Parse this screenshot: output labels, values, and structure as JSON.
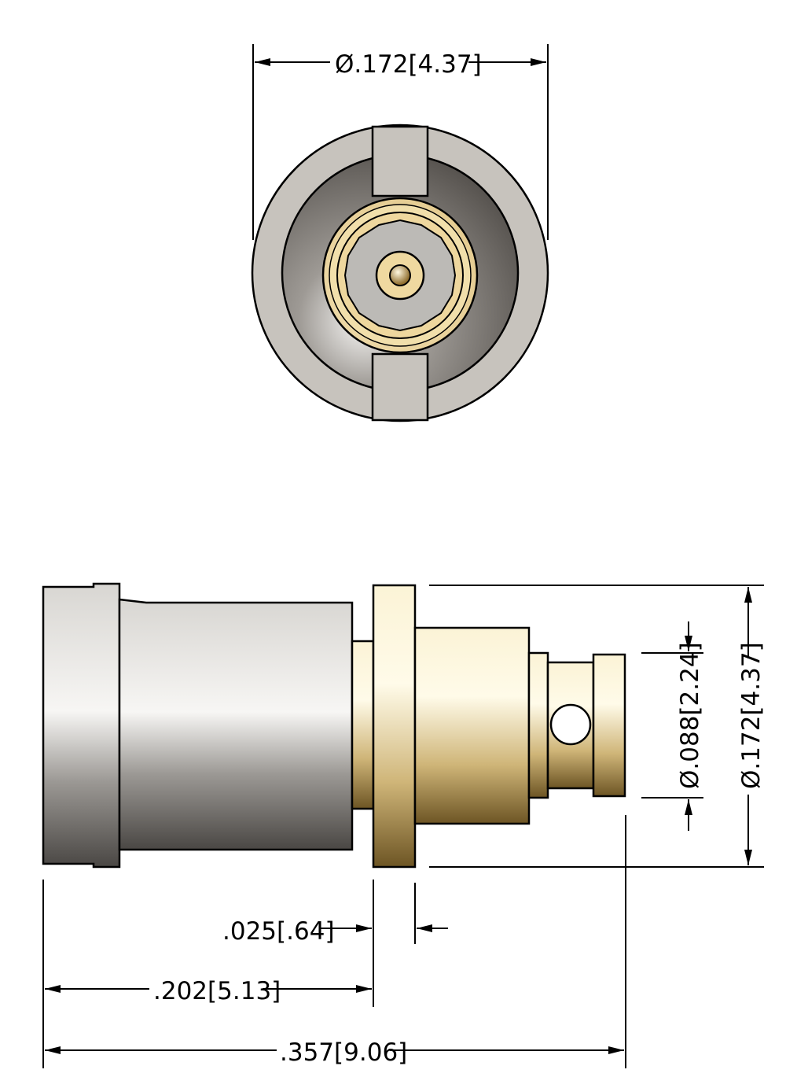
{
  "drawing": {
    "title": "",
    "views": [
      "end-view",
      "side-view"
    ],
    "dimensions": {
      "end_view_diameter": {
        "prefix": "Ø",
        "value": ".172",
        "metric": "4.37"
      },
      "side_height_diameter": {
        "prefix": "Ø",
        "value": ".172",
        "metric": "4.37"
      },
      "side_small_diameter": {
        "prefix": "Ø",
        "value": ".088",
        "metric": "2.24"
      },
      "flange_thickness": {
        "value": ".025",
        "metric": ".64"
      },
      "body_length": {
        "value": ".202",
        "metric": "5.13"
      },
      "overall_length": {
        "value": ".357",
        "metric": "9.06"
      }
    },
    "colors": {
      "gray_body": "#b8b4ae",
      "gray_dark": "#6e6a66",
      "gold": "#e9d39a",
      "gold_dark": "#9a7c3a",
      "line": "#000000"
    }
  }
}
